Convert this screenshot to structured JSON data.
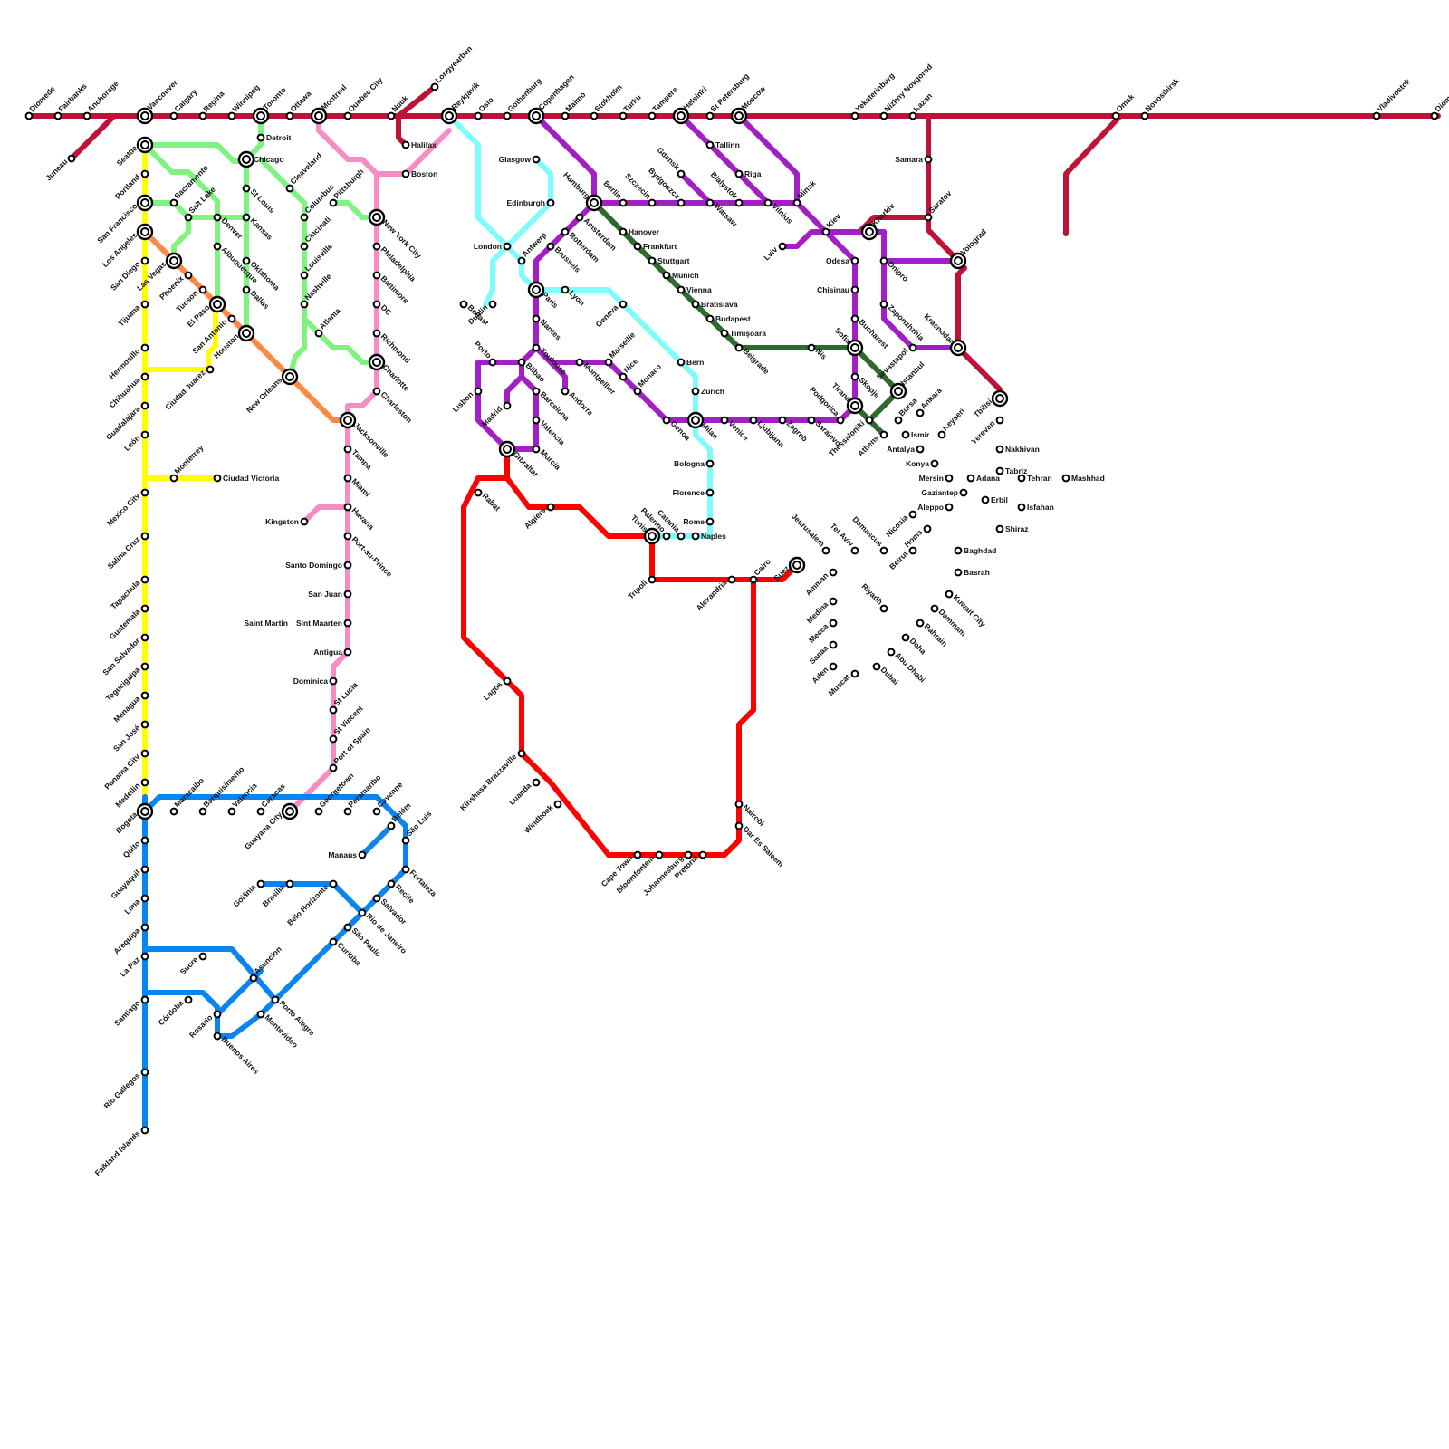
{
  "lines": [
    {
      "name": "",
      "color": "#BE1238"
    },
    {
      "name": "",
      "color": "#FFFF00"
    },
    {
      "name": "",
      "color": "#7FF27F"
    },
    {
      "name": "",
      "color": "#FF8844"
    },
    {
      "name": "",
      "color": "#F98BC4"
    },
    {
      "name": "",
      "color": "#7FFCFC"
    },
    {
      "name": "",
      "color": "#A11FC4"
    },
    {
      "name": "",
      "color": "#2E6A2E"
    },
    {
      "name": "",
      "color": "#FF0000"
    },
    {
      "name": "",
      "color": "#0A84F0"
    },
    {
      "name": "",
      "color": "#FFB947"
    }
  ],
  "stations": {
    "north_america": [
      "Diomede",
      "Fairbanks",
      "Anchorage",
      "Juneau",
      "Vancouver",
      "Calgary",
      "Regina",
      "Winnipeg",
      "Toronto",
      "Ottawa",
      "Montreal",
      "Quebec City",
      "Nuuk",
      "Halifax",
      "Longyearben",
      "Seattle",
      "Portland",
      "San Francisco",
      "Los Angeles",
      "San Diego",
      "Tijuana",
      "Sacramento",
      "Salt Lake",
      "Las Vegas",
      "Denver",
      "Albuquerque",
      "Phoenix",
      "Tucson",
      "El Paso",
      "San Antonio",
      "Houston",
      "Ciudad Juarez",
      "Detroit",
      "Chicago",
      "St Louis",
      "Kansas",
      "Oklahoma",
      "Dallas",
      "Cleaveland",
      "Columbus",
      "Pittsburgh",
      "Cincinati",
      "Louisville",
      "Nashville",
      "Atlanta",
      "Boston",
      "New York City",
      "Philadelphia",
      "Baltimore",
      "DC",
      "Richmond",
      "Charlotte",
      "Charleston",
      "Jacksonville",
      "Tampa",
      "Miami",
      "Havana",
      "Kingston",
      "Port-au-Prince",
      "Santo Domingo",
      "San Juan",
      "Saint Martin",
      "Sint Maarten",
      "Antigua",
      "Dominica",
      "St Lucia",
      "St Vincent",
      "Port of Spain",
      "New Orleans",
      "Hermosillo",
      "Chihuahua",
      "Guadalajara",
      "León",
      "Monterrey",
      "Ciudad Victoria",
      "Mexico City",
      "Salina Cruz",
      "Tapachula",
      "Guatemala",
      "San Salvador",
      "Tegucigalpa",
      "Managua",
      "San José",
      "Panama City",
      "Medellin"
    ],
    "south_america": [
      "Bogota",
      "Maracaibo",
      "Barquisimento",
      "Valencia",
      "Caracas",
      "Guayana City",
      "Georgetown",
      "Paramaribo",
      "Cayenne",
      "Belém",
      "São Luis",
      "Manaus",
      "Fortaleza",
      "Recife",
      "Salvador",
      "Goiânia",
      "Brasília",
      "Belo Horizonte",
      "Rio de Janeiro",
      "São Paulo",
      "Curitiba",
      "Quito",
      "Guayaquil",
      "Lima",
      "Arequipa",
      "La Paz",
      "Sucre",
      "Asuncion",
      "Santiago",
      "Córdoba",
      "Rosario",
      "Buenos Aires",
      "Porto Alegre",
      "Montevideo",
      "Rio Gallegos",
      "Falkland Islands"
    ],
    "europe": [
      "Reykjavik",
      "Oslo",
      "Gothenburg",
      "Copenhagen",
      "Malmo",
      "Stokholm",
      "Turku",
      "Tampere",
      "Helsinki",
      "St Petersburg",
      "Moscow",
      "Yekaterinburg",
      "Nizhny Novgorod",
      "Kazan",
      "Omsk",
      "Novosibirsk",
      "Vladivostok",
      "Diom",
      "Glasgow",
      "Edinburgh",
      "London",
      "Antwerp",
      "Dublin",
      "Belfast",
      "Paris",
      "Lyon",
      "Geneva",
      "Bern",
      "Zurich",
      "Milan",
      "Bologna",
      "Florence",
      "Rome",
      "Naples",
      "Catania",
      "Palermo",
      "Tunis",
      "Tripoli",
      "Hamburg",
      "Amsterdam",
      "Rotterdam",
      "Brussels",
      "Nantes",
      "Toulouse",
      "Bilbao",
      "Porto",
      "Lisbon",
      "Madrid",
      "Barcelona",
      "Valencia",
      "Murcia",
      "Gibraltar",
      "Andorra",
      "Montpellier",
      "Marseille",
      "Nice",
      "Monaco",
      "Genoa",
      "Venice",
      "Ljubljana",
      "Zagreb",
      "Sarajevo",
      "Podgorica",
      "Tirana",
      "Skopje",
      "Thessaloniki",
      "Athens",
      "Sofia",
      "Bucharest",
      "Chisinau",
      "Odesa",
      "Kiev",
      "Lviv",
      "Minsk",
      "Vilnius",
      "Riga",
      "Tallinn",
      "Bialystok",
      "Warsaw",
      "Gdansk",
      "Bydgoszcz",
      "Szczecin",
      "Berlin",
      "Hanover",
      "Frankfurt",
      "Stuttgart",
      "Munich",
      "Vienna",
      "Bratislava",
      "Budapest",
      "Timişoara",
      "Belgrade",
      "Nis",
      "Kharkiv",
      "Dnipro",
      "Zaporizhzhia",
      "Sevastapol",
      "Krasnodar",
      "Volograd",
      "Saratov",
      "Samara",
      "Tbilisi",
      "Istanbul",
      "Bursa",
      "Ankara",
      "Ismir",
      "Antalya",
      "Keyseri",
      "Konya"
    ],
    "africa_middle_east": [
      "Rabat",
      "Algiers",
      "Lagos",
      "Kinshasa Brazzaville",
      "Luanda",
      "Windhoek",
      "Cape Town",
      "Bloomfontein",
      "Johannesburg",
      "Pretoria",
      "Nairobi",
      "Dar Es Saleem",
      "Cairo",
      "Alexandria",
      "Suez",
      "Jeurusalem",
      "Tel-Aviv",
      "Damascus",
      "Beirut",
      "Homs",
      "Nicosia",
      "Aleppo",
      "Gaziantep",
      "Mersin",
      "Adana",
      "Erbil",
      "Yerevan",
      "Nakhivan",
      "Tabriz",
      "Tehran",
      "Mashhad",
      "Isfahan",
      "Shiraz",
      "Baghdad",
      "Basrah",
      "Kuwait City",
      "Amman",
      "Medina",
      "Mecca",
      "Sanaa",
      "Aden",
      "Riyadh",
      "Dammam",
      "Bahrain",
      "Doha",
      "Abu Dhabi",
      "Dubai",
      "Muscat"
    ]
  }
}
